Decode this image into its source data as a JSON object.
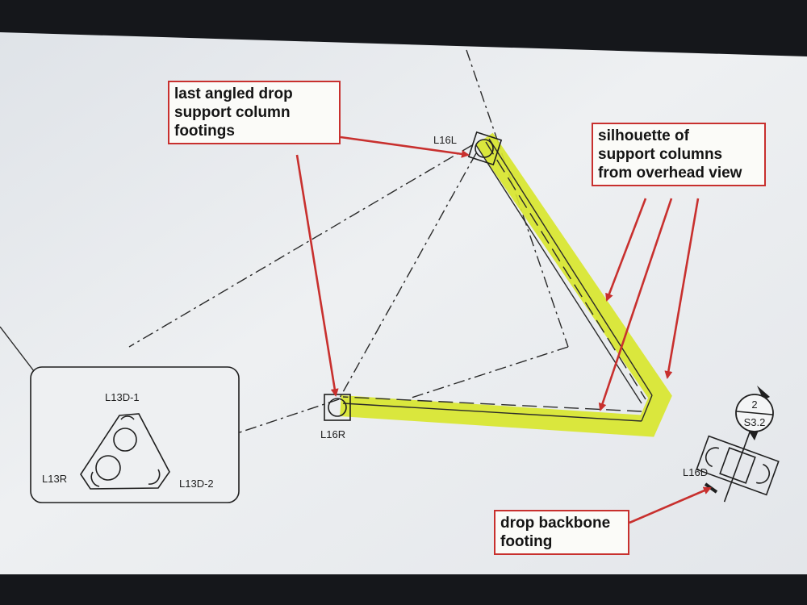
{
  "callouts": {
    "footings": {
      "lines": [
        "last angled drop",
        "support column",
        "footings"
      ]
    },
    "silhouette": {
      "lines": [
        "silhouette of",
        "support columns",
        "from overhead view"
      ]
    },
    "backbone": {
      "lines": [
        "drop backbone",
        "footing"
      ]
    }
  },
  "labels": {
    "l16l": "L16L",
    "l16r": "L16R",
    "l16d": "L16D",
    "l13d1": "L13D-1",
    "l13r": "L13R",
    "l13d2": "L13D-2"
  },
  "section_marker": {
    "number": "2",
    "sheet": "S3.2"
  },
  "colors": {
    "highlight": "#d8e62e",
    "callout_border": "#c8302e",
    "arrow": "#c8302e",
    "paper": "#e9ecef",
    "linework": "#2a2a2a"
  }
}
